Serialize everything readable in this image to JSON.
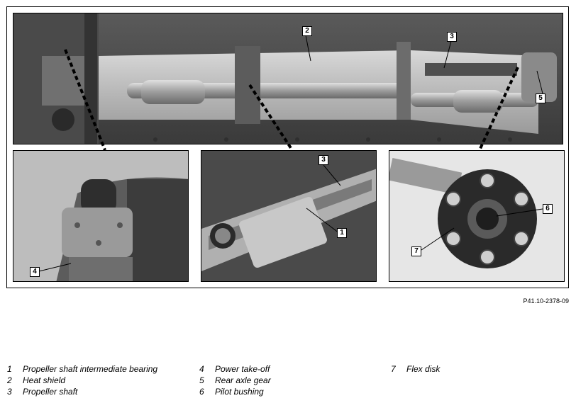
{
  "figure": {
    "reference": "P41.10-2378-09"
  },
  "callouts": {
    "c1": "1",
    "c2": "2",
    "c3_main": "3",
    "c3_inset": "3",
    "c4": "4",
    "c5": "5",
    "c6": "6",
    "c7": "7"
  },
  "legend": {
    "col1": [
      {
        "num": "1",
        "label": "Propeller shaft intermediate bearing"
      },
      {
        "num": "2",
        "label": "Heat shield"
      },
      {
        "num": "3",
        "label": "Propeller shaft"
      }
    ],
    "col2": [
      {
        "num": "4",
        "label": "Power take-off"
      },
      {
        "num": "5",
        "label": "Rear axle gear"
      },
      {
        "num": "6",
        "label": "Pilot bushing"
      }
    ],
    "col3": [
      {
        "num": "7",
        "label": "Flex disk"
      }
    ]
  }
}
